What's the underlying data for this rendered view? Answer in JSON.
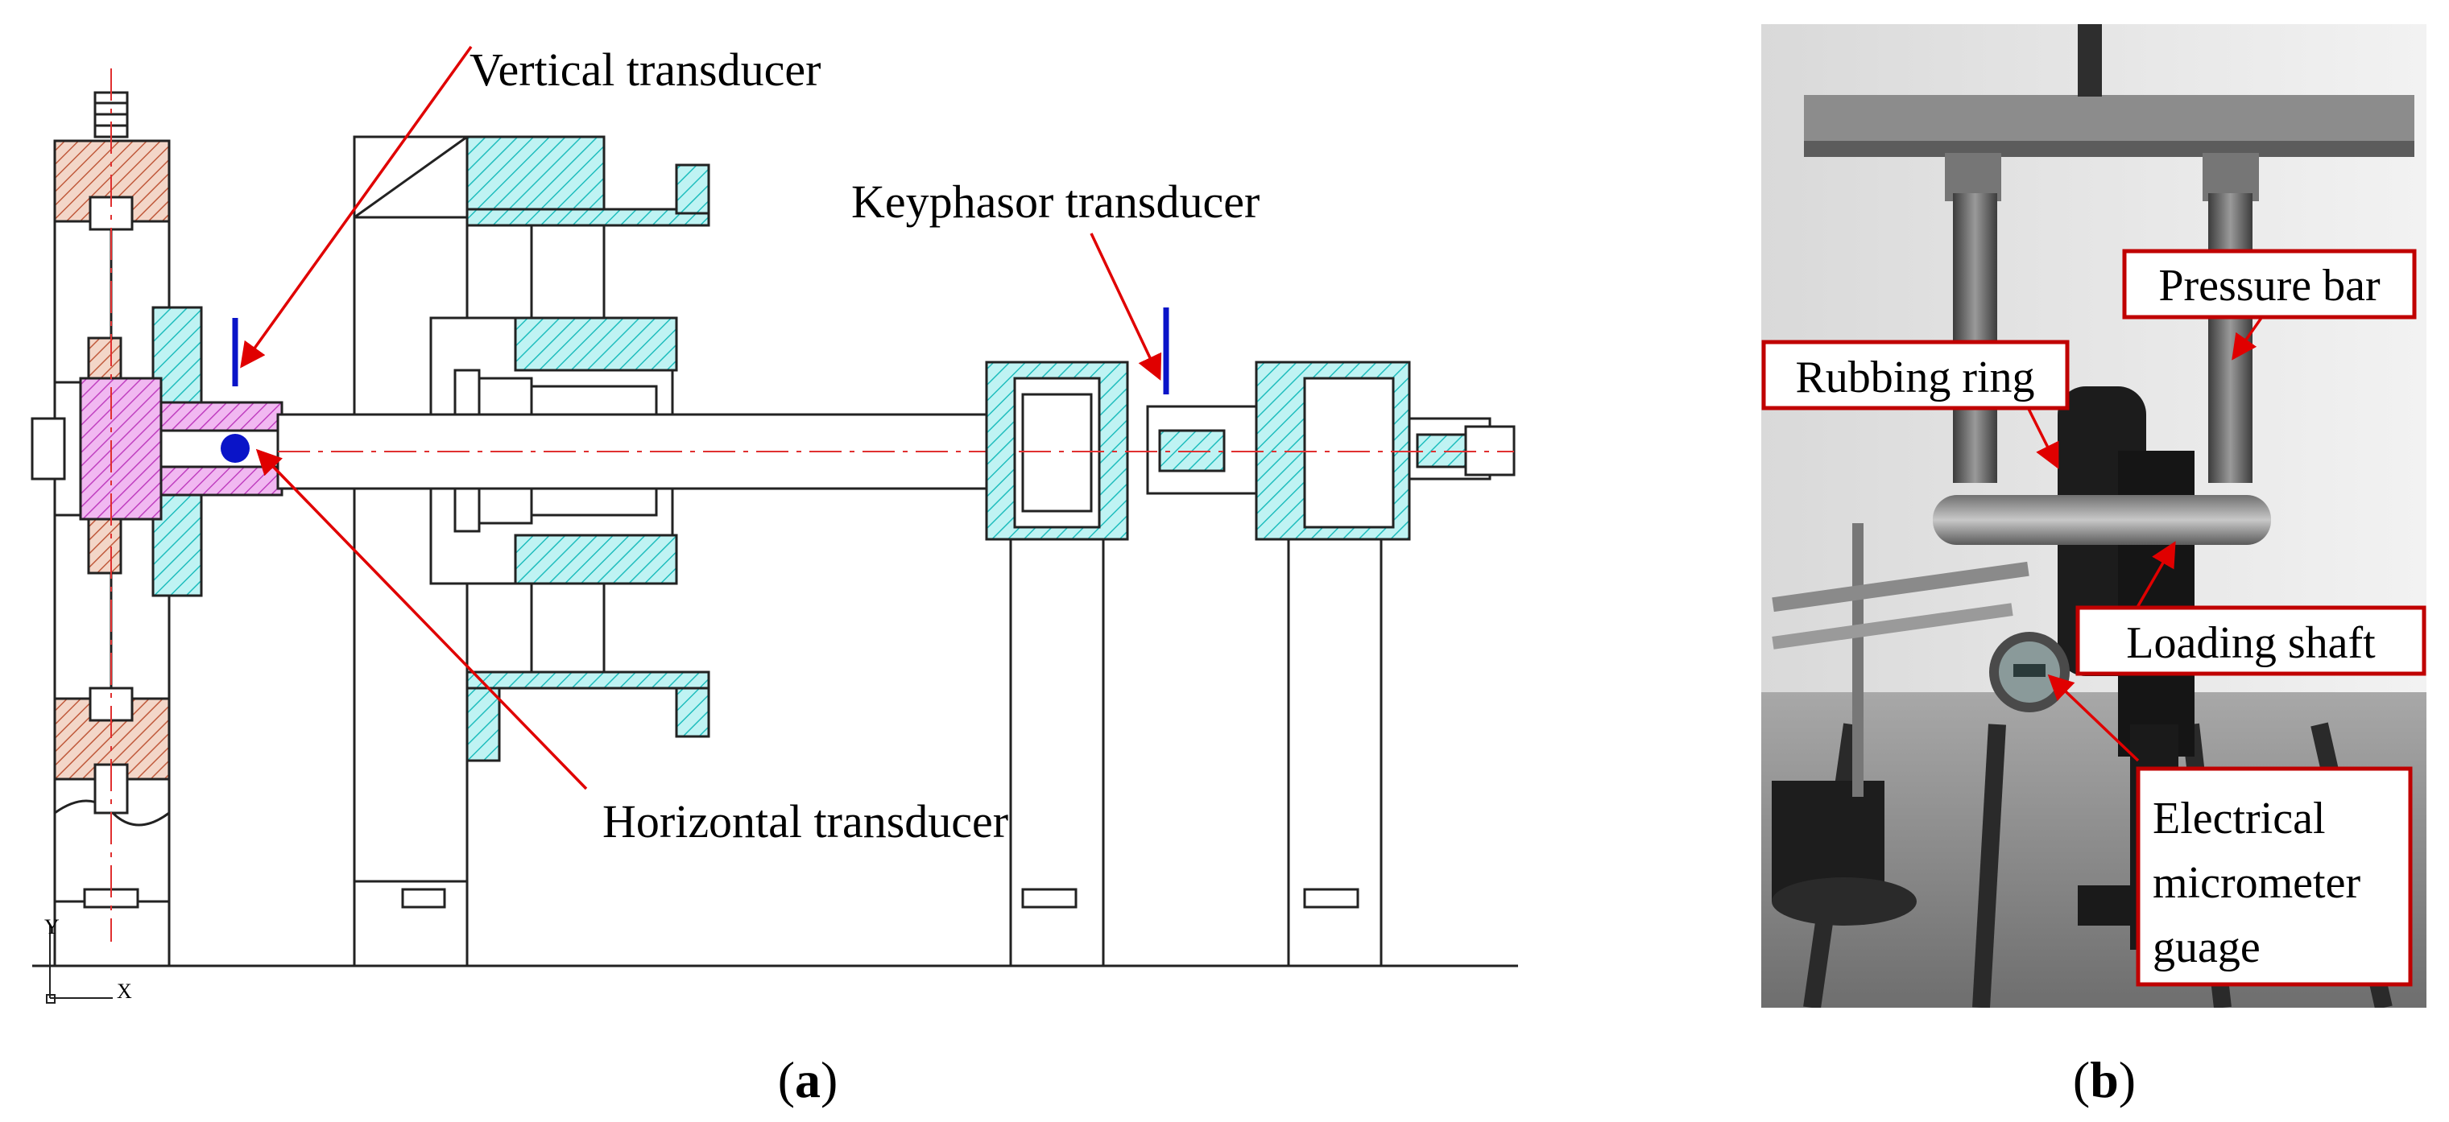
{
  "panel_a": {
    "caption_open": "(",
    "caption_letter": "a",
    "caption_close": ")",
    "labels": {
      "vertical": "Vertical transducer",
      "keyphasor": "Keyphasor transducer",
      "horizontal": "Horizontal transducer"
    },
    "ucs": {
      "y": "Y",
      "x": "X"
    }
  },
  "panel_b": {
    "caption_open": "(",
    "caption_letter": "b",
    "caption_close": ")",
    "labels": {
      "pressure_bar": "Pressure bar",
      "rubbing_ring": "Rubbing ring",
      "loading_shaft": "Loading shaft",
      "micrometer_line1": "Electrical",
      "micrometer_line2": "micrometer",
      "micrometer_line3": "guage"
    }
  },
  "colors": {
    "annotation_red": "#e00000",
    "sensor_blue": "#0a14c8",
    "hatch_cyan": "#2fd6d6",
    "hatch_orange": "#d2745a",
    "hatch_magenta": "#d85ad8",
    "centerline": "#e03030"
  }
}
